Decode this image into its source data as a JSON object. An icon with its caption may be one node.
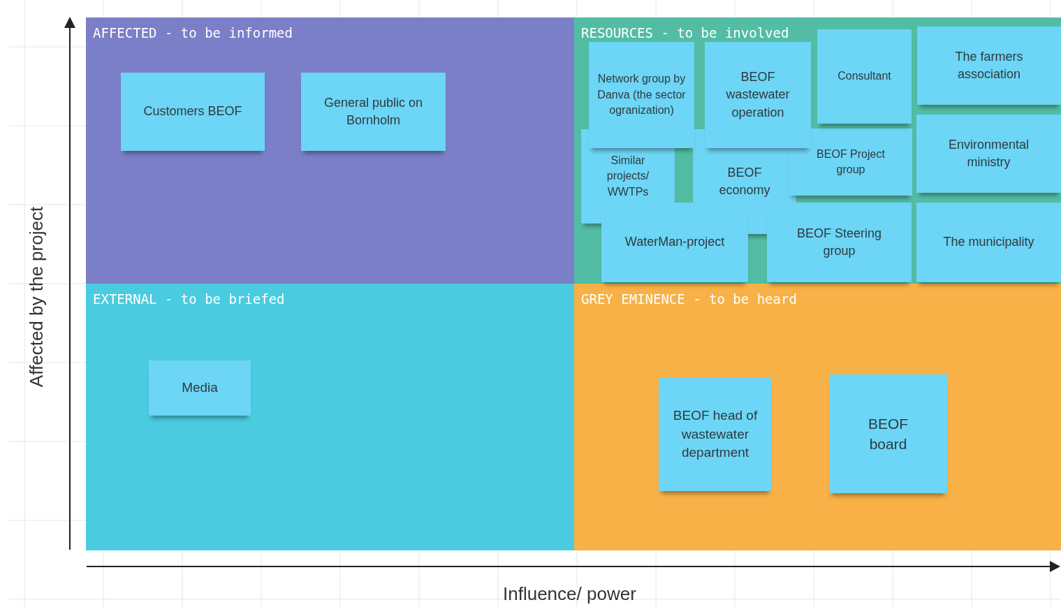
{
  "diagram": {
    "nodes": [
      {
        "text": [
          "AFFECTED - to be informed"
        ]
      },
      {
        "text": [
          "Customers BEOF"
        ],
        "in": 0
      },
      {
        "text": [
          "General public on Bornholm"
        ],
        "in": 0
      },
      {
        "text": [
          "RESOURCES - to be involved"
        ]
      },
      {
        "text": [
          "Network group by Danva (the sector ogranization)"
        ],
        "in": 3
      },
      {
        "text": [
          "BEOF wastewater operation"
        ],
        "in": 3
      },
      {
        "text": [
          "Consultant"
        ],
        "in": 3
      },
      {
        "text": [
          "The farmers association"
        ],
        "in": 3
      },
      {
        "text": [
          "Similar projects/ WWTPs"
        ],
        "in": 3
      },
      {
        "text": [
          "BEOF economy"
        ],
        "in": 3
      },
      {
        "text": [
          "BEOF Project group"
        ],
        "in": 3
      },
      {
        "text": [
          "Environmental ministry"
        ],
        "in": 3
      },
      {
        "text": [
          "WaterMan-project"
        ],
        "in": 3
      },
      {
        "text": [
          "BEOF Steering group"
        ],
        "in": 3
      },
      {
        "text": [
          "The municipality"
        ],
        "in": 3
      },
      {
        "text": [
          "EXTERNAL - to be briefed"
        ]
      },
      {
        "text": [
          "Media"
        ],
        "in": 15
      },
      {
        "text": [
          "GREY EMINENCE - to be heard"
        ]
      },
      {
        "text": [
          "BEOF head of wastewater department"
        ],
        "in": 17
      },
      {
        "text": [
          "BEOF board"
        ],
        "in": 17
      }
    ],
    "labels": [
      "Affected by the project",
      "Influence/ power"
    ]
  }
}
